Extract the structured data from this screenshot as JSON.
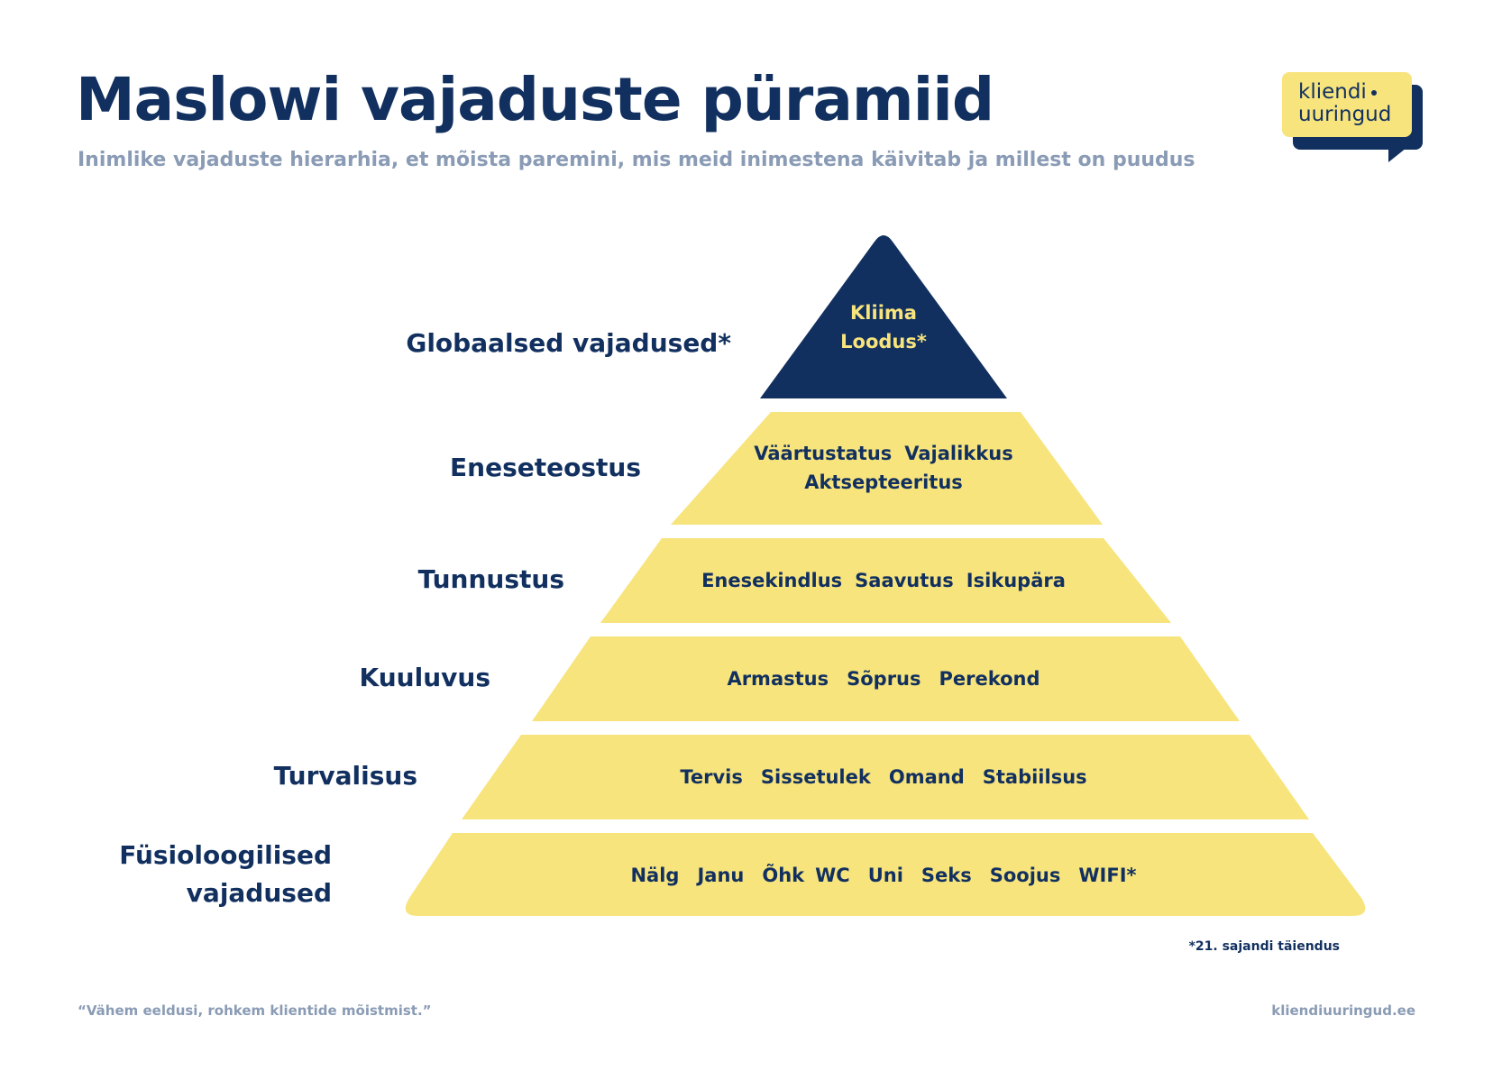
{
  "title": "Maslowi vajaduste püramiid",
  "subtitle": "Inimlike vajaduste hierarhia, et mõista paremini, mis meid inimestena käivitab ja millest on puudus",
  "logo": {
    "line1": "kliendi",
    "line2": "uuringud"
  },
  "colors": {
    "navy": "#12305f",
    "yellow": "#f7e47d",
    "muted": "#8a9bb5"
  },
  "levels": [
    {
      "label": "Globaalsed vajadused*",
      "items": [
        "Kliima",
        "Loodus*"
      ]
    },
    {
      "label": "Eneseteostus",
      "items": [
        "Väärtustatus",
        "Vajalikkus",
        "Aktsepteeritus"
      ]
    },
    {
      "label": "Tunnustus",
      "items": [
        "Enesekindlus",
        "Saavutus",
        "Isikupära"
      ]
    },
    {
      "label": "Kuuluvus",
      "items": [
        "Armastus",
        "Sõprus",
        "Perekond"
      ]
    },
    {
      "label": "Turvalisus",
      "items": [
        "Tervis",
        "Sissetulek",
        "Omand",
        "Stabiilsus"
      ]
    },
    {
      "label": "Füsioloogilised vajadused",
      "label_lines": [
        "Füsioloogilised",
        "vajadused"
      ],
      "items": [
        "Nälg",
        "Janu",
        "Õhk",
        "WC",
        "Uni",
        "Seks",
        "Soojus",
        "WIFI*"
      ]
    }
  ],
  "footnote": "*21. sajandi täiendus",
  "footer": {
    "quote": "“Vähem eeldusi, rohkem klientide mõistmist.”",
    "site": "kliendiuuringud.ee"
  }
}
